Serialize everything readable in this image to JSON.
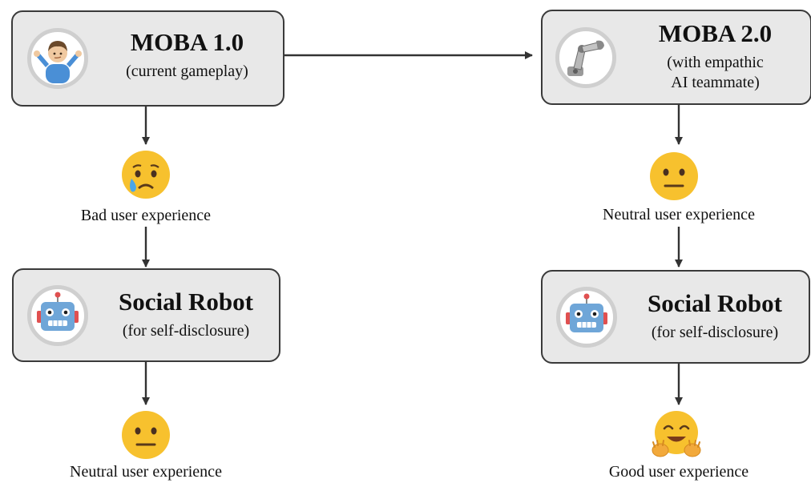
{
  "left": {
    "top_box": {
      "title": "MOBA 1.0",
      "subtitle": "(current gameplay)",
      "icon": "shrugging-person-icon"
    },
    "caption_1": "Bad user experience",
    "emoji_1": "crying-face-icon",
    "bottom_box": {
      "title": "Social Robot",
      "subtitle": "(for self-disclosure)",
      "icon": "robot-icon"
    },
    "caption_2": "Neutral user experience",
    "emoji_2": "neutral-face-icon"
  },
  "right": {
    "top_box": {
      "title": "MOBA 2.0",
      "subtitle_line1": "(with empathic",
      "subtitle_line2": "AI teammate)",
      "icon": "mechanical-arm-icon"
    },
    "caption_1": "Neutral user experience",
    "emoji_1": "neutral-face-icon",
    "bottom_box": {
      "title": "Social Robot",
      "subtitle": "(for self-disclosure)",
      "icon": "robot-icon"
    },
    "caption_2": "Good user experience",
    "emoji_2": "hugging-face-icon"
  },
  "colors": {
    "box_fill": "#e8e8e8",
    "box_border": "#3a3a3a",
    "arrow": "#333333",
    "emoji_yellow": "#f7c12e"
  }
}
